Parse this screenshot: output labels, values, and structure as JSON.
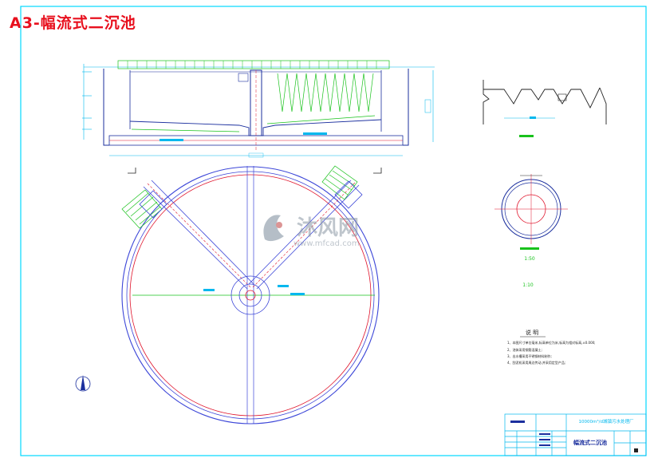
{
  "sheet": {
    "title": "A3-幅流式二沉池"
  },
  "notes": {
    "heading": "说  明",
    "items": [
      "1、本图尺寸单位毫米,标高单位为米,标高为相对标高,±0.000;",
      "2、池体采用钢筋混凝土;",
      "3、出水槽采用不锈钢材料制作;",
      "4、刮泥机采用周边传动,并采用定型产品;"
    ]
  },
  "detail": {
    "scale_a": "1:50",
    "scale_b": "1:10"
  },
  "titleblock": {
    "project": "10000m³/d城镇污水处理厂",
    "drawing_name": "幅流式二沉池"
  },
  "watermark": {
    "cn": "沐风网",
    "url": "www.mfcad.com"
  },
  "colors": {
    "border": "#00d8ff",
    "title": "#e8101e",
    "structure": "#1b2f9e",
    "dimension": "#00b8ee",
    "grating": "#19c21c",
    "centerline": "#e0152c",
    "annotation": "#222222"
  }
}
